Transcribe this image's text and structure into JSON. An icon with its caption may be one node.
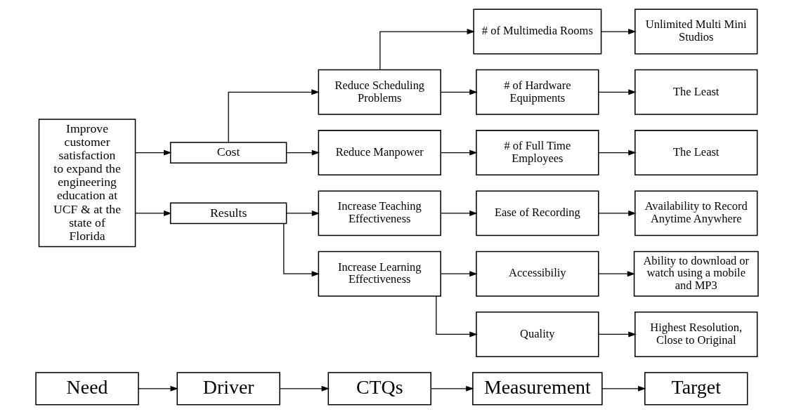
{
  "diagram": {
    "nodes": [
      {
        "text": [
          "Need"
        ]
      },
      {
        "text": [
          "Driver"
        ]
      },
      {
        "text": [
          "CTQs"
        ]
      },
      {
        "text": [
          "Measurement"
        ]
      },
      {
        "text": [
          "Target"
        ]
      },
      {
        "text": [
          "Improve customer satisfaction to expand the engineering education at UCF & at the state of Florida"
        ]
      },
      {
        "text": [
          "Cost"
        ]
      },
      {
        "text": [
          "Results"
        ]
      },
      {
        "text": [
          "Reduce Scheduling Problems"
        ]
      },
      {
        "text": [
          "Reduce Manpower"
        ]
      },
      {
        "text": [
          "Increase Teaching Effectiveness"
        ]
      },
      {
        "text": [
          "Increase Learning Effectiveness"
        ]
      },
      {
        "text": [
          "# of Multimedia Rooms"
        ]
      },
      {
        "text": [
          "# of Hardware Equipments"
        ]
      },
      {
        "text": [
          "# of Full Time Employees"
        ]
      },
      {
        "text": [
          "Ease of Recording"
        ]
      },
      {
        "text": [
          "Accessibiliy"
        ]
      },
      {
        "text": [
          "Quality"
        ]
      },
      {
        "text": [
          "Unlimited Multi Mini Studios"
        ]
      },
      {
        "text": [
          "The Least"
        ]
      },
      {
        "text": [
          "The Least"
        ]
      },
      {
        "text": [
          "Availability to Record Anytime Anywhere"
        ]
      },
      {
        "text": [
          "Ability to download or watch using a mobile and MP3"
        ]
      },
      {
        "text": [
          "Highest Resolution, Close to Original"
        ]
      }
    ],
    "edges": [
      {
        "from": 0,
        "to": 1,
        "arrow": "to"
      },
      {
        "from": 1,
        "to": 2,
        "arrow": "to"
      },
      {
        "from": 2,
        "to": 3,
        "arrow": "to"
      },
      {
        "from": 3,
        "to": 4,
        "arrow": "to"
      },
      {
        "from": 5,
        "to": 6,
        "arrow": "to"
      },
      {
        "from": 5,
        "to": 7,
        "arrow": "to"
      },
      {
        "from": 6,
        "to": 8,
        "arrow": "to"
      },
      {
        "from": 6,
        "to": 9,
        "arrow": "to"
      },
      {
        "from": 7,
        "to": 10,
        "arrow": "to"
      },
      {
        "from": 7,
        "to": 11,
        "arrow": "to"
      },
      {
        "from": 8,
        "to": 12,
        "arrow": "to"
      },
      {
        "from": 8,
        "to": 13,
        "arrow": "to"
      },
      {
        "from": 9,
        "to": 14,
        "arrow": "to"
      },
      {
        "from": 10,
        "to": 15,
        "arrow": "to"
      },
      {
        "from": 11,
        "to": 16,
        "arrow": "to"
      },
      {
        "from": 11,
        "to": 17,
        "arrow": "to"
      },
      {
        "from": 12,
        "to": 18,
        "arrow": "to"
      },
      {
        "from": 13,
        "to": 19,
        "arrow": "to"
      },
      {
        "from": 14,
        "to": 20,
        "arrow": "to"
      },
      {
        "from": 15,
        "to": 21,
        "arrow": "to"
      },
      {
        "from": 16,
        "to": 22,
        "arrow": "to"
      },
      {
        "from": 17,
        "to": 23,
        "arrow": "to"
      }
    ]
  }
}
